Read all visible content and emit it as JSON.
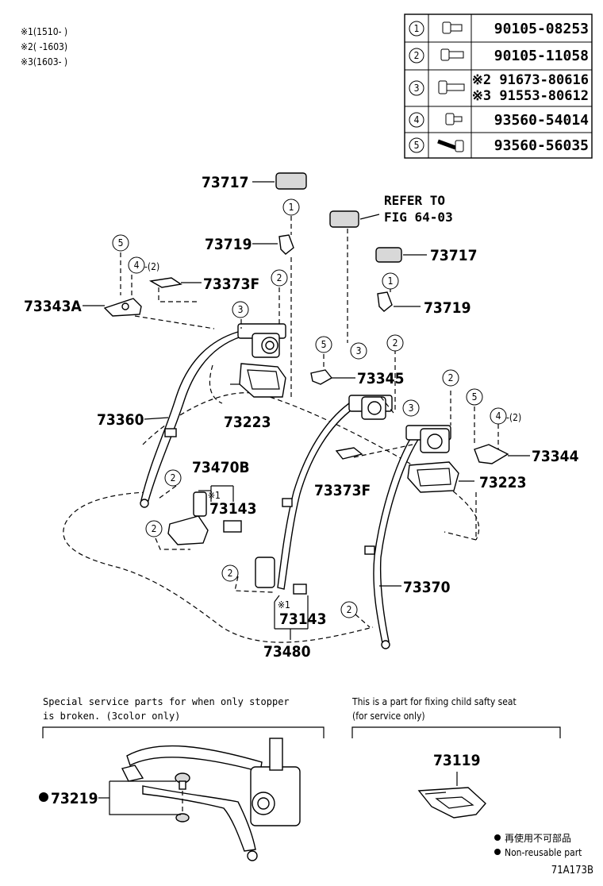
{
  "notes": [
    {
      "mark": "※1",
      "text": "(1510-      )"
    },
    {
      "mark": "※2",
      "text": "(      -1603)"
    },
    {
      "mark": "※3",
      "text": "(1603-      )"
    }
  ],
  "bolt_table": [
    {
      "ref": "1",
      "part": "90105-08253"
    },
    {
      "ref": "2",
      "part": "90105-11058"
    },
    {
      "ref": "3",
      "part_a": "※2 91673-80616",
      "part_b": "※3 91553-80612"
    },
    {
      "ref": "4",
      "part": "93560-54014"
    },
    {
      "ref": "5",
      "part": "93560-56035"
    }
  ],
  "labels": {
    "p73717a": "73717",
    "p73719a": "73719",
    "refer_l1": "REFER TO",
    "refer_l2": "FIG 64-03",
    "p73717b": "73717",
    "p73719b": "73719",
    "p73373fa": "73373F",
    "p73343a": "73343A",
    "p73345": "73345",
    "p73360": "73360",
    "p73223a": "73223",
    "p73470b": "73470B",
    "note1a": "※1",
    "p73143a": "73143",
    "p73373fb": "73373F",
    "p73344": "73344",
    "p73223b": "73223",
    "p73370": "73370",
    "note1b": "※1",
    "p73143b": "73143",
    "p73480": "73480",
    "qty4a": "-(2)",
    "qty4b": "-(2)"
  },
  "special_box": {
    "caption_l1": "Special service parts for when only stopper",
    "caption_l2": "is broken. (3color only)",
    "part": "73219"
  },
  "child_seat_box": {
    "caption_l1": "This is a part for fixing child safty seat",
    "caption_l2": "(for service only)",
    "part": "73119"
  },
  "legend": {
    "line1": "再使用不可部品",
    "line2": "Non-reusable part"
  },
  "figure_code": "71A173B"
}
